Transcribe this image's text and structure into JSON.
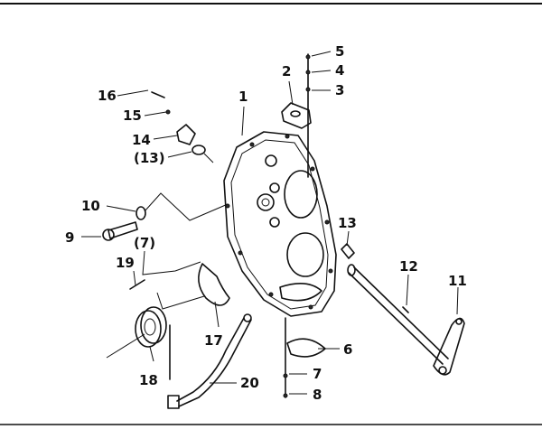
{
  "diagram": {
    "callouts": {
      "c1": "1",
      "c2": "2",
      "c3": "3",
      "c4": "4",
      "c5": "5",
      "c6": "6",
      "c7": "7",
      "c8": "8",
      "c9": "9",
      "c10": "10",
      "c11": "11",
      "c12": "12",
      "c13": "13",
      "c13b": "(13)",
      "c14": "14",
      "c15": "15",
      "c16": "16",
      "c7b": "(7)",
      "c17": "17",
      "c18": "18",
      "c19": "19",
      "c20": "20"
    }
  }
}
